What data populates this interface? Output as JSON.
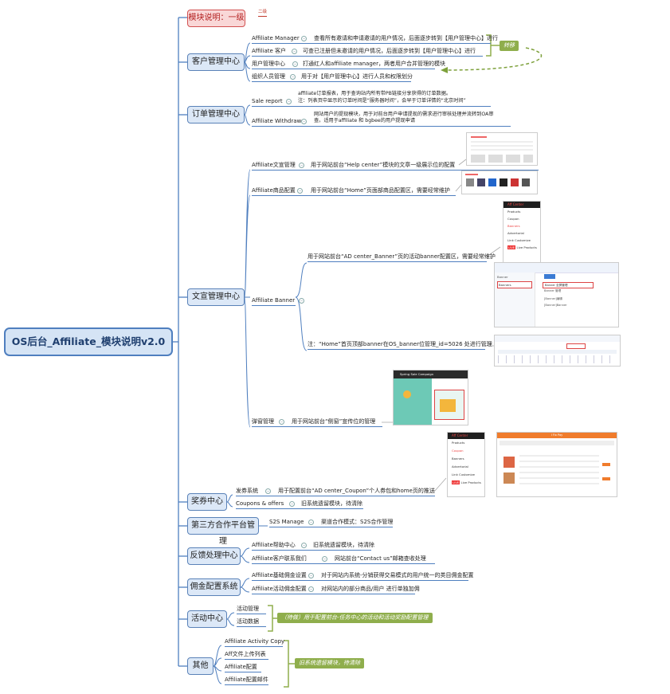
{
  "root": {
    "label": "OS后台_Affiliate_模块说明v2.0"
  },
  "legend": {
    "label": "模块说明：一级",
    "level2": "二级"
  },
  "groups": [
    {
      "label": "客户管理中心",
      "items": [
        {
          "label": "Affiliate Manager",
          "desc": "查看所有邀请和申请邀请的用户情况，后面逐步转到【用户管理中心】进行"
        },
        {
          "label": "Affiliate 客户",
          "desc": "可查已注册但未邀请的用户情况，后面逐步转到【用户管理中心】进行"
        },
        {
          "label": "用户管理中心",
          "desc": "打通红人和affiliate manager，两者用户合并管理的模块"
        },
        {
          "label": "组织人员管理",
          "desc": "用于对【用户管理中心】进行人员和权限划分"
        }
      ]
    },
    {
      "label": "订单管理中心",
      "items": [
        {
          "label": "Sale report",
          "desc": "affiliate订单报表，用于查询站内所有带PB链接分享获得的订单数据。",
          "desc2": "注：列表页中显示的订单时间是“服务器时间”，会早于订单详情的“北京时间”"
        },
        {
          "label": "Affiliate Withdraw",
          "desc": "网站用户的提现模块，用于对前台用户申请提现的需求进行审核处理并流转到OA审",
          "desc2": "查。适用于affiliate 和 bgbee的用户提现申请"
        }
      ]
    },
    {
      "label": "文宣管理中心",
      "items": [
        {
          "label": "Affiliate文宣管理",
          "desc": "用于网站前台“Help center”模块的文章一级展示位的配置"
        },
        {
          "label": "Affiliate商品配置",
          "desc": "用于网站前台“Home”页面部商品配置区，需要经常维护"
        },
        {
          "label": "Affiliate Banner",
          "desc": "用于网站前台“AD center_Banner”页的活动banner配置区，需要经常维护",
          "desc2": "注：“Home”首页顶部banner在OS_banner位管理_id=5026 处进行管理"
        },
        {
          "label": "弹窗管理",
          "desc": "用于网站前台“侧窗”宣传位的管理"
        }
      ]
    },
    {
      "label": "奖券中心",
      "items": [
        {
          "label": "发券系统",
          "desc": "用于配置前台“AD center_Coupon”个人券包和home页的推送"
        },
        {
          "label": "Coupons & offers",
          "desc": "旧系统遗留模块，待清除"
        }
      ]
    },
    {
      "label": "第三方合作平台管理",
      "items": [
        {
          "label": "S2S Manage",
          "desc": "渠道合作模式：S2S合作管理"
        }
      ]
    },
    {
      "label": "反馈处理中心",
      "items": [
        {
          "label": "Affiliate帮助中心",
          "desc": "旧系统遗留模块，待清除"
        },
        {
          "label": "Affiliate客户联系我们",
          "desc": "网站前台“Contact us”邮箱查收处理"
        }
      ]
    },
    {
      "label": "佣金配置系统",
      "items": [
        {
          "label": "Affiliate基础佣金设置",
          "desc": "对于网站内系统-分销获得交易模式的用户统一的类目佣金配置"
        },
        {
          "label": "Affiliate活动佣金配置",
          "desc": "对网站内的部分商品/用户 进行单独加佣"
        }
      ]
    },
    {
      "label": "活动中心",
      "items": [
        {
          "label": "活动管理"
        },
        {
          "label": "活动数据"
        }
      ]
    },
    {
      "label": "其他",
      "items": [
        {
          "label": "Affiliate Activity Copy"
        },
        {
          "label": "Aff文件上传列表"
        },
        {
          "label": "Affiliate配置"
        },
        {
          "label": "Affiliate配置邮件"
        }
      ]
    }
  ],
  "callouts": {
    "transfer": "转移",
    "activity": "（待做）用于配置前台-任务中心的活动和活动奖励配置管理",
    "other": "旧系统遗留模块，待清除"
  },
  "thumbnails": {
    "menu_header": "Aff Center",
    "menu_items": [
      "Products",
      "Coupon",
      "Banners",
      "Advertorial",
      "Link Customize",
      "Live Products"
    ],
    "menu_badge": "LIVE",
    "banner_tree": [
      "Banner",
      "Banners",
      "Banner 全屏管理",
      "Banner 管理",
      "[Banner]编辑",
      "[Banner]Banner"
    ],
    "popup_title": "Spring Sale Campaign",
    "coupon_header": "I Fix Pay"
  }
}
